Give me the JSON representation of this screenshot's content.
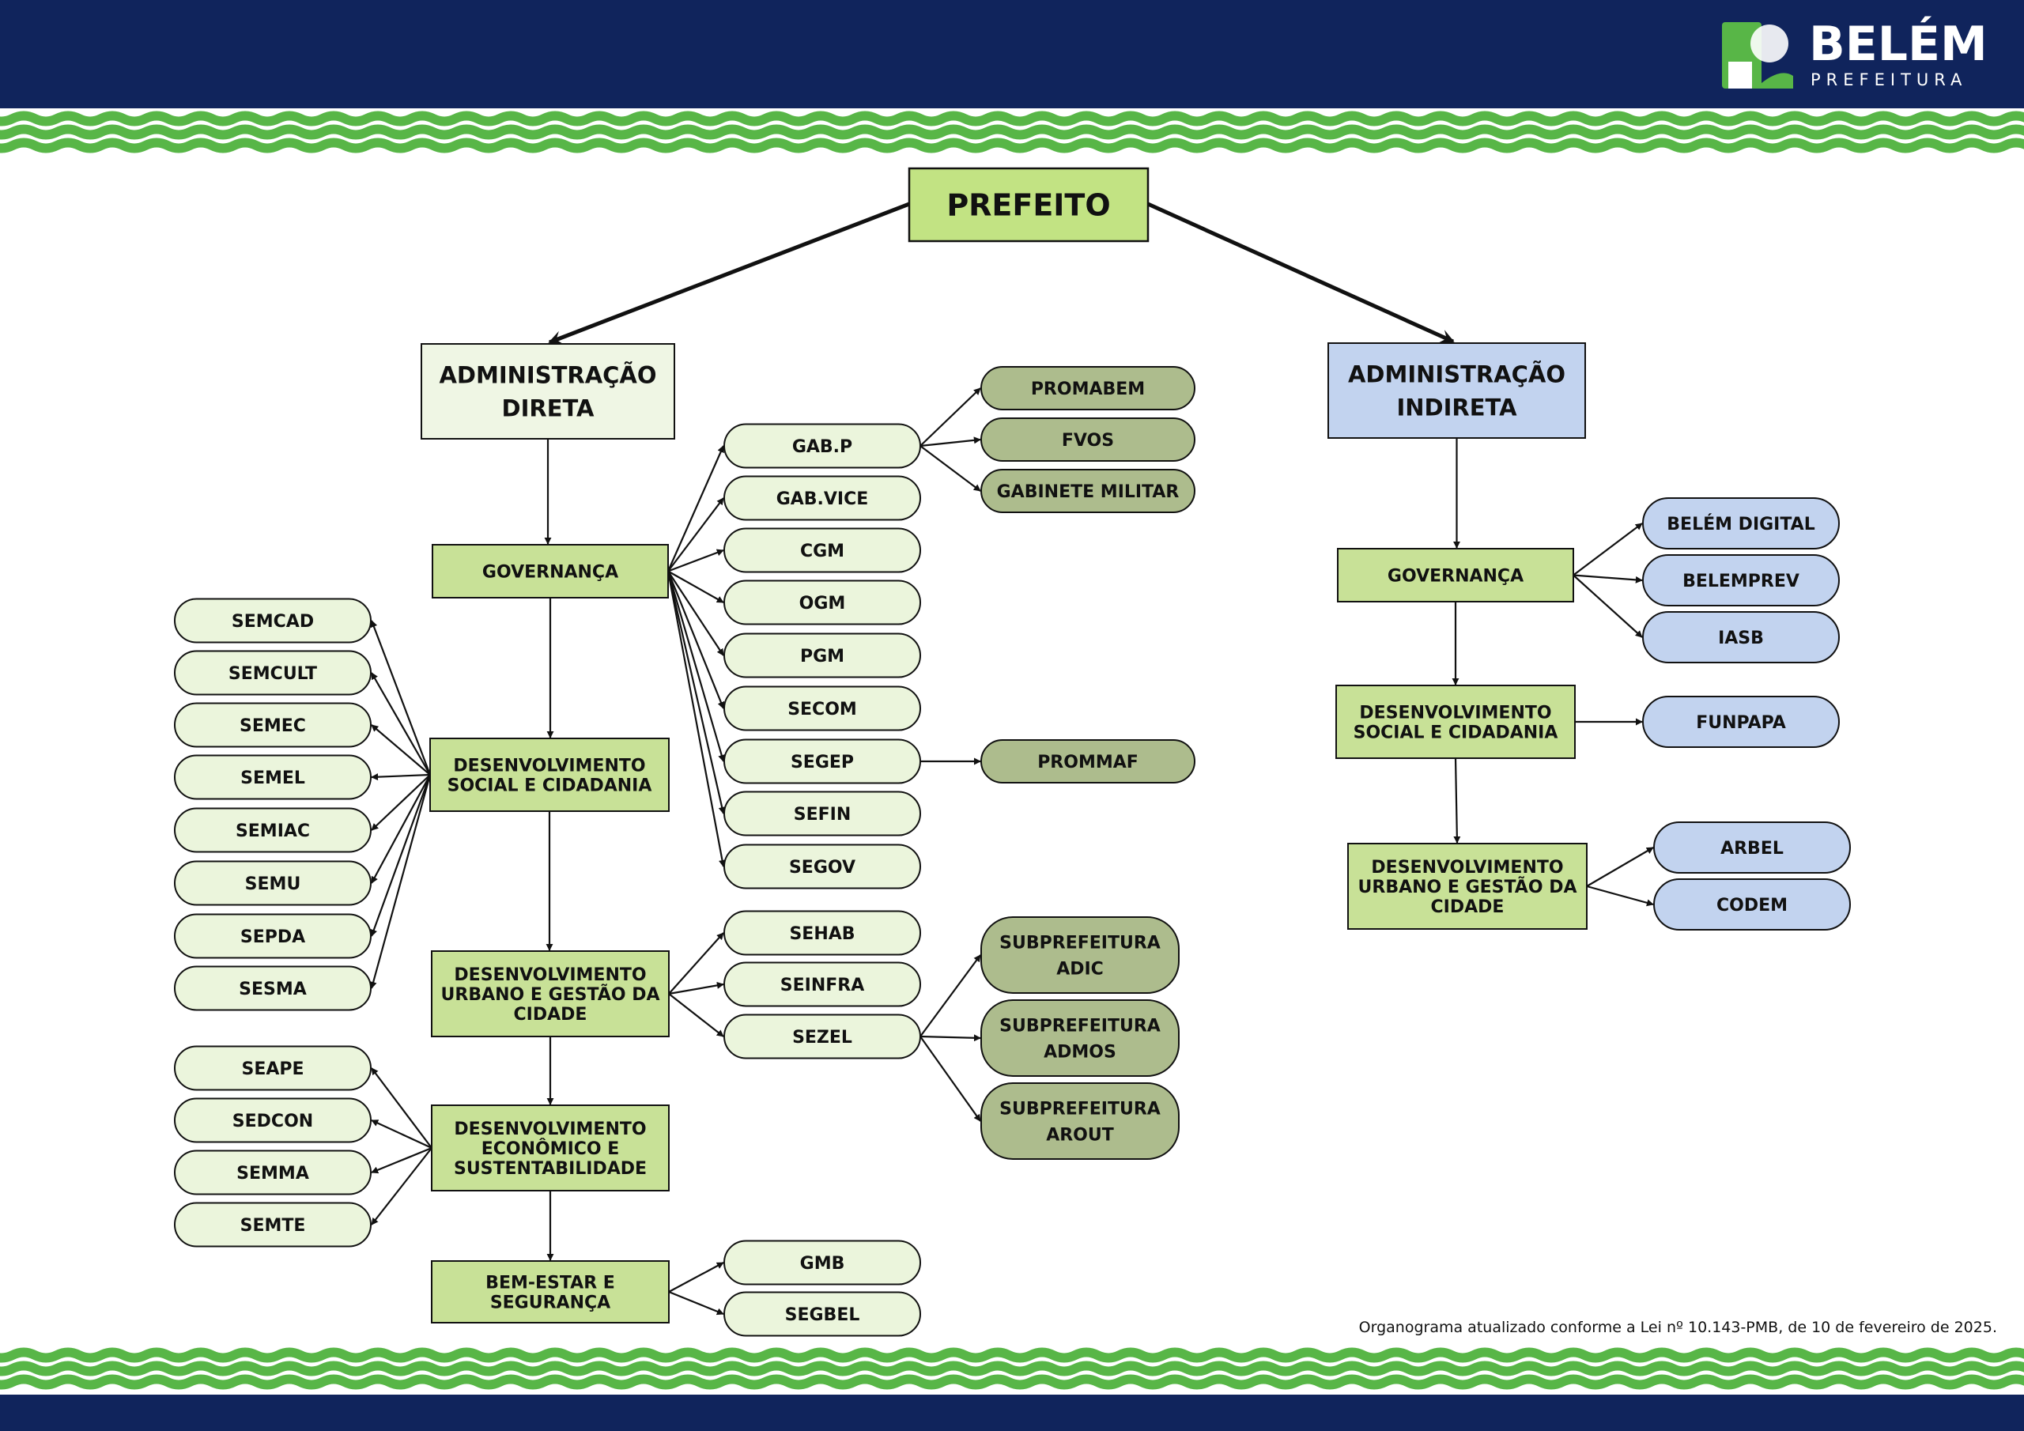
{
  "header": {
    "logo": {
      "title": "BELÉM",
      "subtitle": "PREFEITURA",
      "icon": "belem-emblem-icon"
    }
  },
  "colors": {
    "navy": "#10245c",
    "green_wave": "#58b647",
    "root_fill": "#c2e383",
    "category_fill": "#c8e197",
    "branch_direta": "#eff6e4",
    "branch_indireta": "#c2d3ef",
    "pill_light": "#ebf5dc",
    "pill_olive": "#adbc8d",
    "pill_blue": "#c2d3ef",
    "stroke": "#111111"
  },
  "chart": {
    "root": "PREFEITO",
    "direta": {
      "title_line1": "ADMINISTRAÇÃO",
      "title_line2": "DIRETA",
      "categories": {
        "governanca": "GOVERNANÇA",
        "social": [
          "DESENVOLVIMENTO",
          "SOCIAL E CIDADANIA"
        ],
        "urbano": [
          "DESENVOLVIMENTO",
          "URBANO E GESTÃO DA",
          "CIDADE"
        ],
        "economico": [
          "DESENVOLVIMENTO",
          "ECONÔMICO E",
          "SUSTENTABILIDADE"
        ],
        "bem_estar": [
          "BEM-ESTAR E",
          "SEGURANÇA"
        ]
      },
      "governanca_units": [
        "GAB.P",
        "GAB.VICE",
        "CGM",
        "OGM",
        "PGM",
        "SECOM",
        "SEGEP",
        "SEFIN",
        "SEGOV"
      ],
      "gabp_units": [
        "PROMABEM",
        "FVOS",
        "GABINETE MILITAR"
      ],
      "segep_units": [
        "PROMMAF"
      ],
      "social_units": [
        "SEMCAD",
        "SEMCULT",
        "SEMEC",
        "SEMEL",
        "SEMIAC",
        "SEMU",
        "SEPDA",
        "SESMA"
      ],
      "urbano_units": [
        "SEHAB",
        "SEINFRA",
        "SEZEL"
      ],
      "subprefeituras": [
        [
          "SUBPREFEITURA",
          "ADIC"
        ],
        [
          "SUBPREFEITURA",
          "ADMOS"
        ],
        [
          "SUBPREFEITURA",
          "AROUT"
        ]
      ],
      "economico_units": [
        "SEAPE",
        "SEDCON",
        "SEMMA",
        "SEMTE"
      ],
      "bem_estar_units": [
        "GMB",
        "SEGBEL"
      ]
    },
    "indireta": {
      "title_line1": "ADMINISTRAÇÃO",
      "title_line2": "INDIRETA",
      "categories": {
        "governanca": "GOVERNANÇA",
        "social": [
          "DESENVOLVIMENTO",
          "SOCIAL E CIDADANIA"
        ],
        "urbano": [
          "DESENVOLVIMENTO",
          "URBANO E GESTÃO DA",
          "CIDADE"
        ]
      },
      "governanca_units": [
        "BELÉM DIGITAL",
        "BELEMPREV",
        "IASB"
      ],
      "social_units": [
        "FUNPAPA"
      ],
      "urbano_units": [
        "ARBEL",
        "CODEM"
      ]
    }
  },
  "footnote": "Organograma atualizado conforme a Lei nº 10.143-PMB, de 10 de fevereiro de 2025."
}
